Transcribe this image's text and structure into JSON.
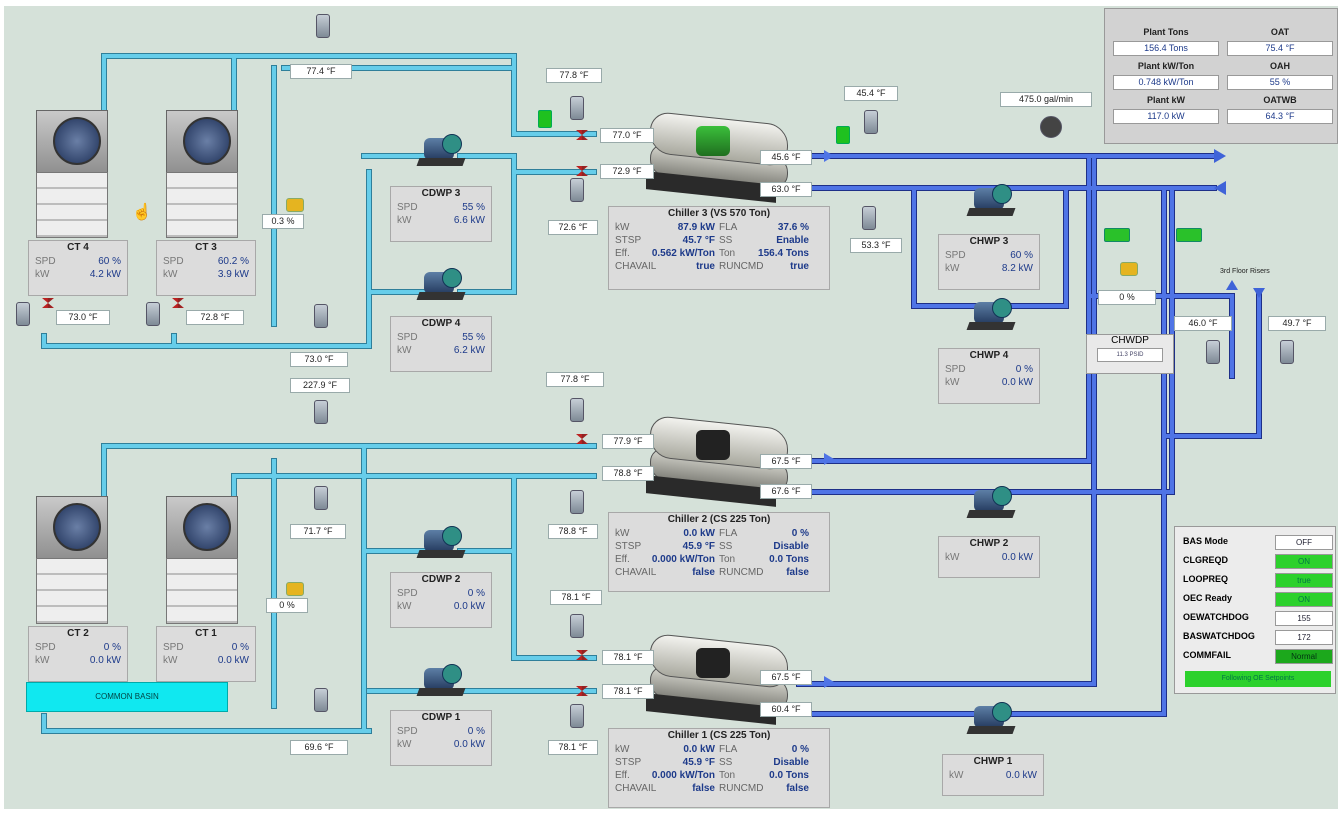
{
  "towers": [
    {
      "id": "ct4",
      "name": "CT 4",
      "spd": "60 %",
      "kw": "4.2 kW"
    },
    {
      "id": "ct3",
      "name": "CT 3",
      "spd": "60.2 %",
      "kw": "3.9 kW"
    },
    {
      "id": "ct2",
      "name": "CT 2",
      "spd": "0 %",
      "kw": "0.0 kW"
    },
    {
      "id": "ct1",
      "name": "CT 1",
      "spd": "0 %",
      "kw": "0.0 kW"
    }
  ],
  "cdwps": [
    {
      "name": "CDWP 3",
      "spd": "55 %",
      "kw": "6.6 kW"
    },
    {
      "name": "CDWP 4",
      "spd": "55 %",
      "kw": "6.2 kW"
    },
    {
      "name": "CDWP 2",
      "spd": "0 %",
      "kw": "0.0 kW"
    },
    {
      "name": "CDWP 1",
      "spd": "0 %",
      "kw": "0.0 kW"
    }
  ],
  "chwps": [
    {
      "name": "CHWP 3",
      "spd": "60 %",
      "kw": "8.2 kW"
    },
    {
      "name": "CHWP 4",
      "spd": "0 %",
      "kw": "0.0 kW"
    },
    {
      "name": "CHWP 2",
      "kw": "0.0 kW"
    },
    {
      "name": "CHWP 1",
      "kw": "0.0 kW"
    }
  ],
  "field_labels": {
    "spd": "SPD",
    "kw": "kW",
    "fla": "FLA",
    "stsp": "STSP",
    "ss": "SS",
    "eff": "Eff.",
    "ton": "Ton",
    "chavail": "CHAVAIL",
    "runcmd": "RUNCMD"
  },
  "chillers": [
    {
      "title": "Chiller 3 (VS 570 Ton)",
      "kw": "87.9 kW",
      "fla": "37.6 %",
      "stsp": "45.7 °F",
      "ss": "Enable",
      "eff": "0.562 kW/Ton",
      "ton": "156.4 Tons",
      "chavail": "true",
      "runcmd": "true"
    },
    {
      "title": "Chiller 2 (CS 225 Ton)",
      "kw": "0.0 kW",
      "fla": "0 %",
      "stsp": "45.9 °F",
      "ss": "Disable",
      "eff": "0.000 kW/Ton",
      "ton": "0.0 Tons",
      "chavail": "false",
      "runcmd": "false"
    },
    {
      "title": "Chiller 1 (CS 225 Ton)",
      "kw": "0.0 kW",
      "fla": "0 %",
      "stsp": "45.9 °F",
      "ss": "Disable",
      "eff": "0.000 kW/Ton",
      "ton": "0.0 Tons",
      "chavail": "false",
      "runcmd": "false"
    }
  ],
  "readings": {
    "t_774": "77.4 °F",
    "t_778a": "77.8 °F",
    "t_770": "77.0 °F",
    "t_729": "72.9 °F",
    "t_726": "72.6 °F",
    "t_454": "45.4 °F",
    "t_456": "45.6 °F",
    "t_630": "63.0 °F",
    "t_533": "53.3 °F",
    "flow": "475.0 gal/min",
    "v_ct34": "0.3 %",
    "t_730a": "73.0 °F",
    "t_728": "72.8 °F",
    "t_730b": "73.0 °F",
    "t_2279": "227.9 °F",
    "t_778b": "77.8 °F",
    "t_779": "77.9 °F",
    "t_788a": "78.8 °F",
    "t_788b": "78.8 °F",
    "t_717": "71.7 °F",
    "t_675": "67.5 °F",
    "t_676": "67.6 °F",
    "v_ct12": "0 %",
    "t_781a": "78.1 °F",
    "t_781b": "78.1 °F",
    "t_781c": "78.1 °F",
    "t_781d": "78.1 °F",
    "t_696": "69.6 °F",
    "t_675b": "67.5 °F",
    "t_604": "60.4 °F",
    "bypass": "0 %",
    "t_460": "46.0 °F",
    "t_497": "49.7 °F",
    "riser_title": "3rd Floor Risers"
  },
  "plant": {
    "tons_h": "Plant Tons",
    "tons": "156.4 Tons",
    "oat_h": "OAT",
    "oat": "75.4 °F",
    "kwton_h": "Plant kW/Ton",
    "kwton": "0.748 kW/Ton",
    "oah_h": "OAH",
    "oah": "55 %",
    "kw_h": "Plant kW",
    "kw": "117.0 kW",
    "oatwb_h": "OATWB",
    "oatwb": "64.3 °F"
  },
  "basin": "COMMON BASIN",
  "chwdp": {
    "title": "CHWDP",
    "value": "11.3 PSID"
  },
  "bas": [
    {
      "label": "BAS Mode",
      "value": "OFF",
      "style": "w"
    },
    {
      "label": "CLGREQD",
      "value": "ON",
      "style": "g"
    },
    {
      "label": "LOOPREQ",
      "value": "true",
      "style": "g"
    },
    {
      "label": "OEC Ready",
      "value": "ON",
      "style": "g"
    },
    {
      "label": "OEWATCHDOG",
      "value": "155",
      "style": "w"
    },
    {
      "label": "BASWATCHDOG",
      "value": "172",
      "style": "w"
    },
    {
      "label": "COMMFAIL",
      "value": "Normal",
      "style": "gd"
    }
  ],
  "bas_msg": "Following OE Setpoints",
  "colors": {
    "cw_pipe": "#5ec6e6",
    "chw_pipe": "#3f63d8",
    "pipe_edge": "#1e2f88",
    "bg": "#d5e1d9"
  }
}
